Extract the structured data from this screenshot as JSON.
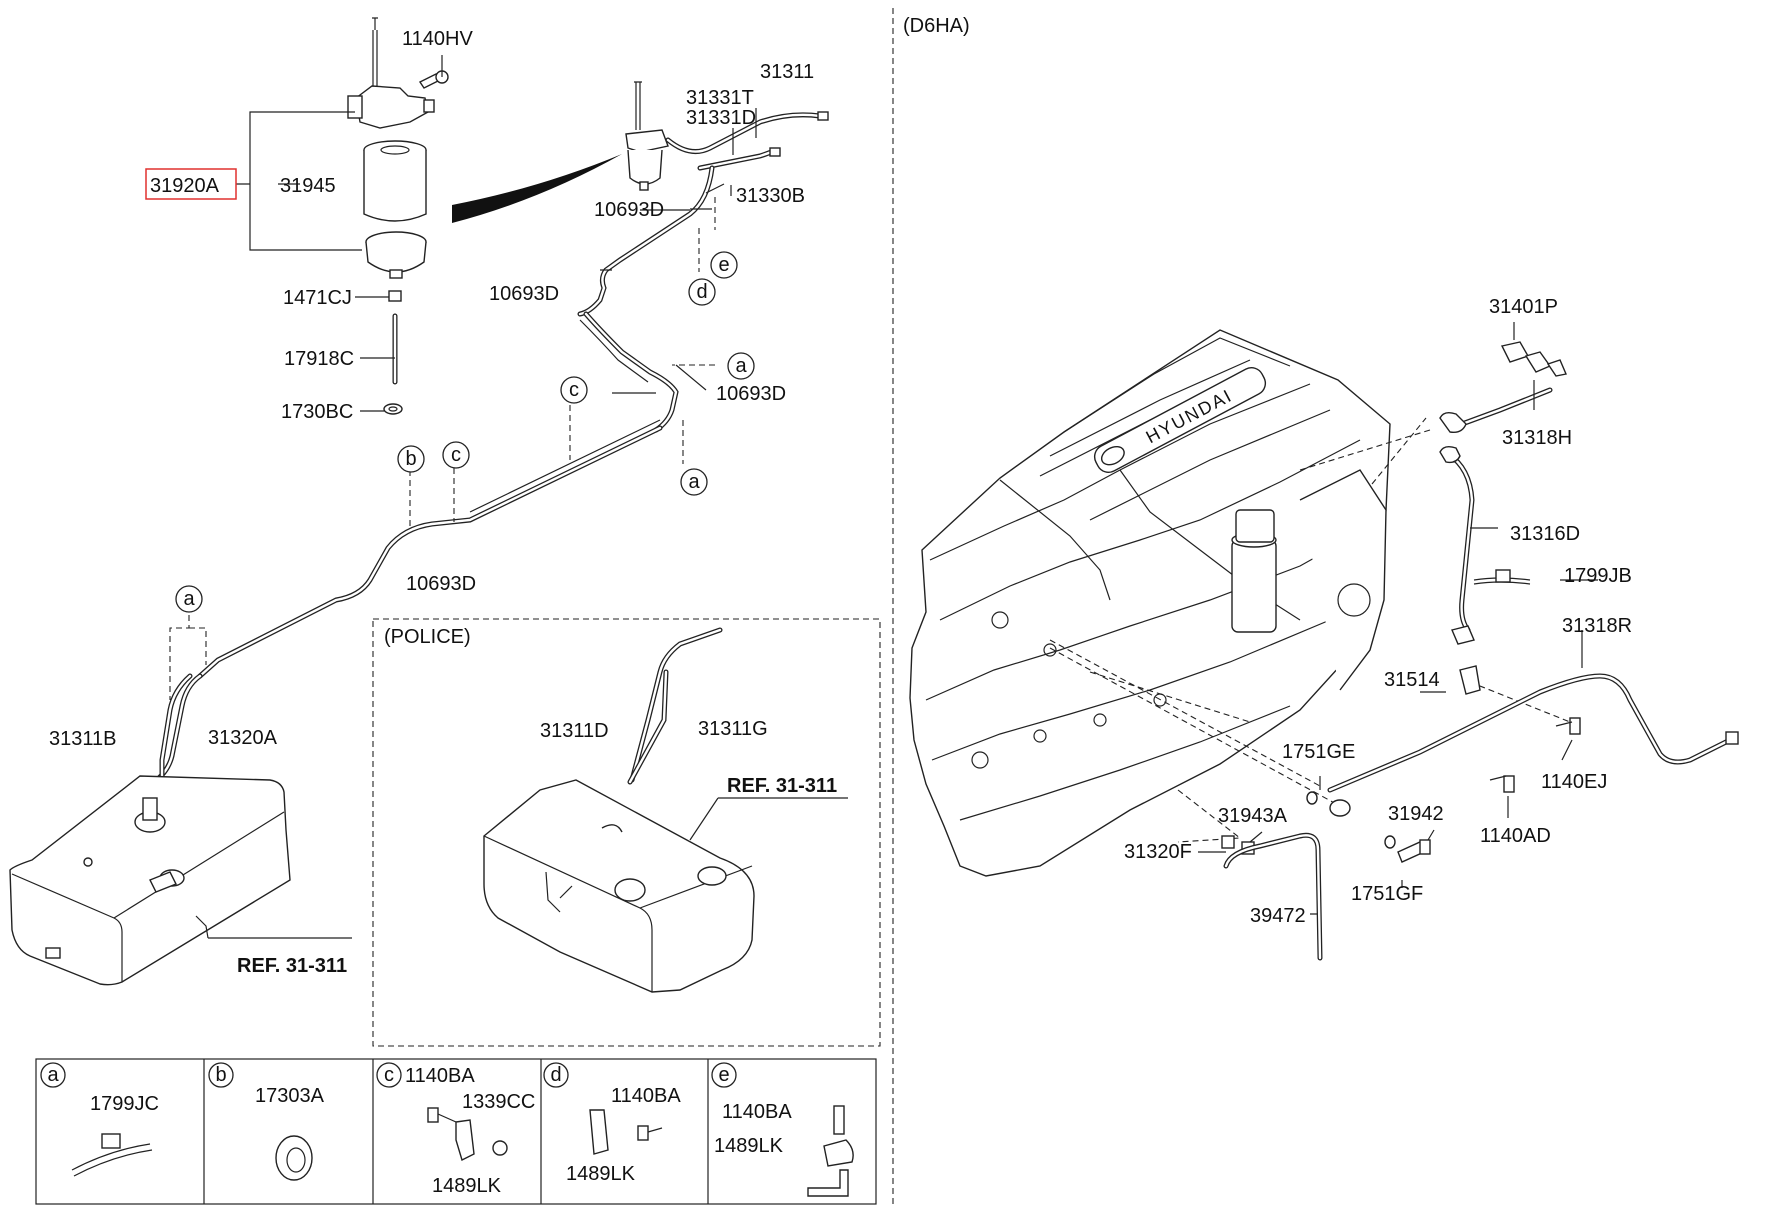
{
  "engine_label": "(D6HA)",
  "police_label": "(POLICE)",
  "highlight_color": "#e0302f",
  "refs": {
    "ref_tank": "REF. 31-311",
    "ref_police": "REF. 31-311"
  },
  "left_labels": {
    "p1140HV": "1140HV",
    "p31920A": "31920A",
    "p31945": "31945",
    "p1471CJ": "1471CJ",
    "p17918C": "17918C",
    "p1730BC": "1730BC",
    "p31311": "31311",
    "p31331T": "31331T",
    "p31331D": "31331D",
    "p31330B": "31330B",
    "p10693D_1": "10693D",
    "p10693D_2": "10693D",
    "p10693D_3": "10693D",
    "p10693D_4": "10693D",
    "p31311B": "31311B",
    "p31320A": "31320A",
    "p31311D": "31311D",
    "p31311G": "31311G"
  },
  "callouts": {
    "a": "a",
    "b": "b",
    "c": "c",
    "d": "d",
    "e": "e"
  },
  "engine_labels": {
    "p31401P": "31401P",
    "p31318H": "31318H",
    "p31316D": "31316D",
    "p1799JB": "1799JB",
    "p31318R": "31318R",
    "p31514": "31514",
    "p1751GE": "1751GE",
    "p31943A": "31943A",
    "p31942": "31942",
    "p1140EJ": "1140EJ",
    "p1140AD": "1140AD",
    "p31320F": "31320F",
    "p1751GF": "1751GF",
    "p39472": "39472",
    "brand": "HYUNDAI"
  },
  "detail_boxes": {
    "a": {
      "key": "a",
      "part1": "1799JC"
    },
    "b": {
      "key": "b",
      "part1": "17303A"
    },
    "c": {
      "key": "c",
      "part1": "1140BA",
      "part2": "1339CC",
      "part3": "1489LK"
    },
    "d": {
      "key": "d",
      "part1": "1140BA",
      "part2": "1489LK"
    },
    "e": {
      "key": "e",
      "part1": "1140BA",
      "part2": "1489LK"
    }
  }
}
